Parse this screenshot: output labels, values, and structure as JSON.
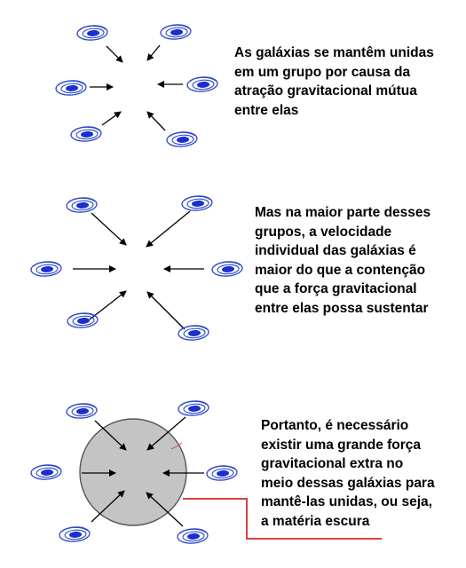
{
  "panels": [
    {
      "caption": [
        "As galáxias se mantêm unidas",
        "em um grupo por causa da",
        "atração gravitacional mútua",
        "entre elas"
      ]
    },
    {
      "caption": [
        "Mas na maior parte desses",
        "grupos, a velocidade",
        "individual das galáxias é",
        "maior do que a contenção",
        "que a força gravitacional",
        "entre elas possa sustentar"
      ]
    },
    {
      "caption": [
        "Portanto, é necessário",
        "existir uma grande força",
        "gravitacional extra no",
        "meio dessas galáxias para",
        "mantê-las unidas, ou seja,",
        "a matéria escura"
      ]
    }
  ],
  "colors": {
    "galaxy_ring": "#2c47c8",
    "galaxy_core": "#1a2fd0",
    "arrow": "#000000",
    "dark_matter_fill": "#c4c4c4",
    "dark_matter_outline": "#555555",
    "pointer_line": "#d40000",
    "speck": "#cc3fb0"
  },
  "icons": {
    "galaxy": "spiral-galaxy-icon",
    "arrow": "arrow-right-icon",
    "dark_matter": "dark-matter-sphere"
  }
}
